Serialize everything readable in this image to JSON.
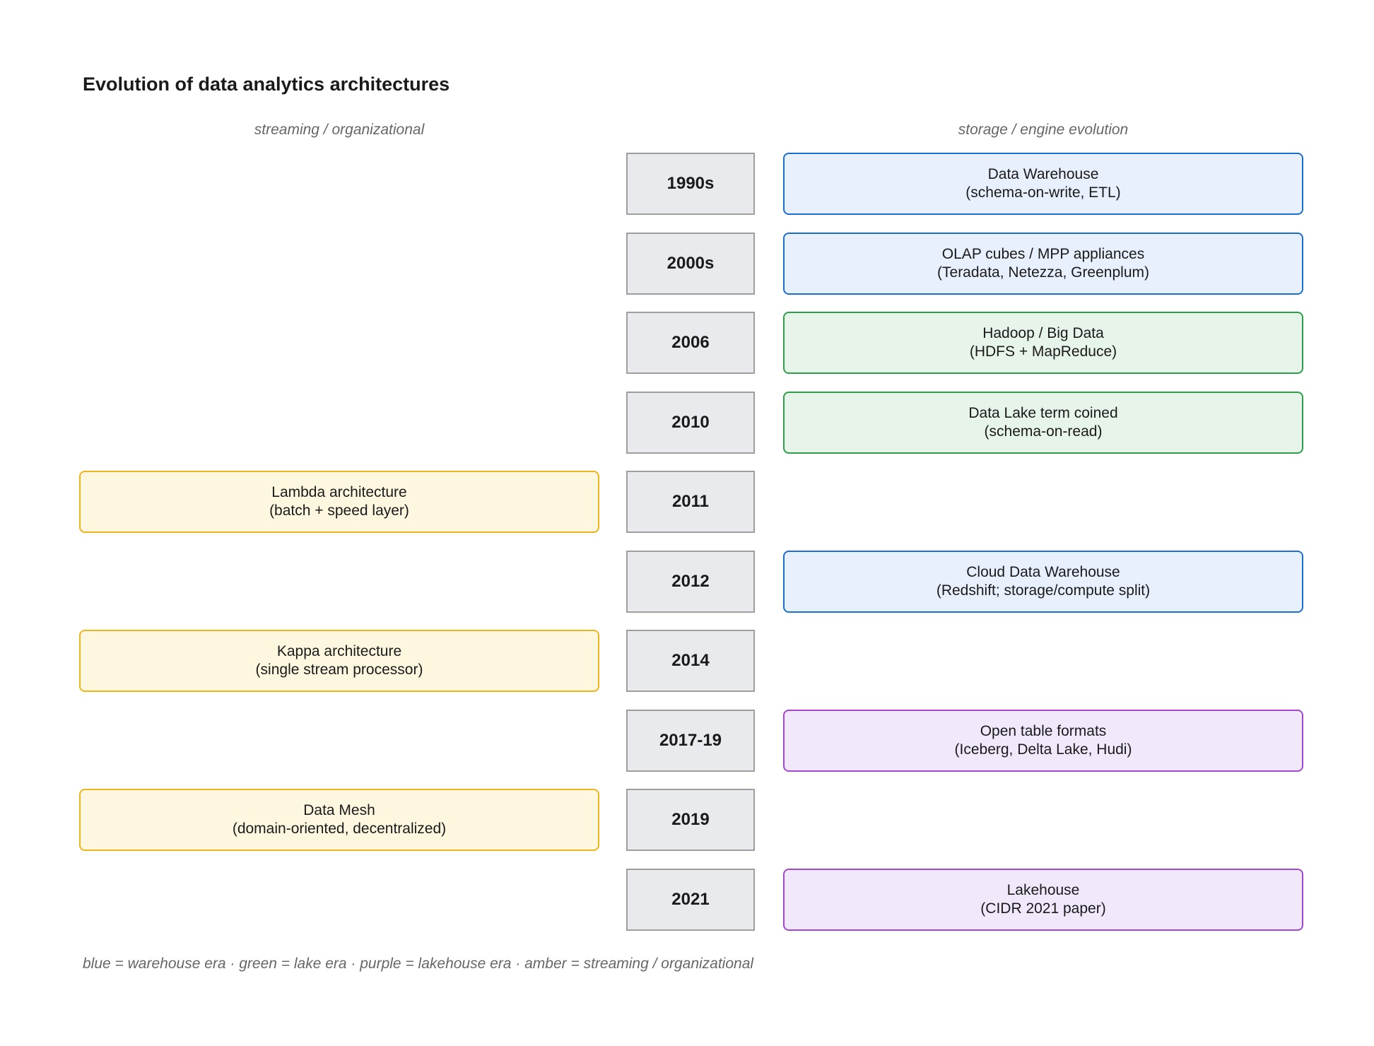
{
  "title": "Evolution of data analytics architectures",
  "columns": {
    "left_header": "streaming / organizational",
    "right_header": "storage / engine evolution"
  },
  "colors": {
    "blue_fill": "#e8f0fe",
    "blue_border": "#1a6fd1",
    "green_fill": "#e6f4ea",
    "green_border": "#2e9e4a",
    "purple_fill": "#f1e8fc",
    "purple_border": "#a347d1",
    "amber_fill": "#fef7e0",
    "amber_border": "#f0b41c",
    "year_fill": "#e8eaed",
    "year_border": "#9e9e9e"
  },
  "timeline": [
    {
      "year": "1990s",
      "side": "right",
      "era": "blue",
      "line1": "Data Warehouse",
      "line2": "(schema-on-write, ETL)"
    },
    {
      "year": "2000s",
      "side": "right",
      "era": "blue",
      "line1": "OLAP cubes / MPP appliances",
      "line2": "(Teradata, Netezza, Greenplum)"
    },
    {
      "year": "2006",
      "side": "right",
      "era": "green",
      "line1": "Hadoop / Big Data",
      "line2": "(HDFS + MapReduce)"
    },
    {
      "year": "2010",
      "side": "right",
      "era": "green",
      "line1": "Data Lake term coined",
      "line2": "(schema-on-read)"
    },
    {
      "year": "2011",
      "side": "left",
      "era": "amber",
      "line1": "Lambda architecture",
      "line2": "(batch + speed layer)"
    },
    {
      "year": "2012",
      "side": "right",
      "era": "blue",
      "line1": "Cloud Data Warehouse",
      "line2": "(Redshift; storage/compute split)"
    },
    {
      "year": "2014",
      "side": "left",
      "era": "amber",
      "line1": "Kappa architecture",
      "line2": "(single stream processor)"
    },
    {
      "year": "2017-19",
      "side": "right",
      "era": "purple",
      "line1": "Open table formats",
      "line2": "(Iceberg, Delta Lake, Hudi)"
    },
    {
      "year": "2019",
      "side": "left",
      "era": "amber",
      "line1": "Data Mesh",
      "line2": "(domain-oriented, decentralized)"
    },
    {
      "year": "2021",
      "side": "right",
      "era": "purple",
      "line1": "Lakehouse",
      "line2": "(CIDR 2021 paper)"
    }
  ],
  "legend": "blue = warehouse era · green = lake era · purple = lakehouse era · amber = streaming / organizational"
}
